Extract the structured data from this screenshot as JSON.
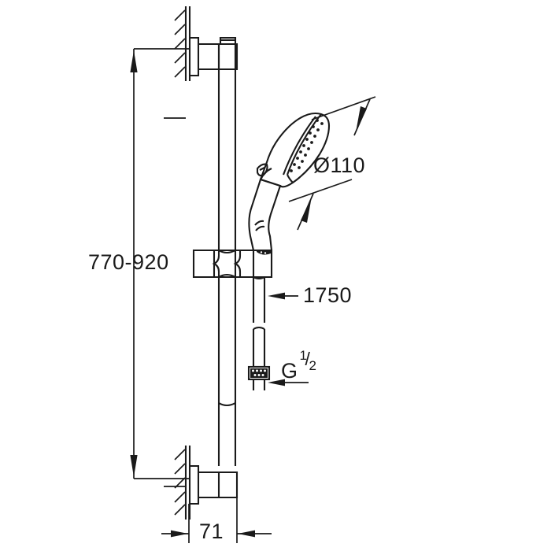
{
  "drawing": {
    "title": "Shower rail set dimensional drawing",
    "background_color": "#ffffff",
    "line_color": "#1a1a1a",
    "units": "mm"
  },
  "dimensions": {
    "rail_height_range": "770-920",
    "spray_face_diameter": "Ø110",
    "hose_length": "1750",
    "thread_prefix": "G",
    "thread_numerator": "1",
    "thread_solidus": "/",
    "thread_denominator": "2",
    "wall_projection": "71"
  },
  "components": {
    "wall": "hatched-wall-section",
    "top_bracket": "upper-wall-bracket",
    "bottom_bracket": "lower-wall-bracket",
    "rail": "vertical-slide-rail",
    "holder": "sliding-hand-shower-holder",
    "handshower": "hand-shower-head",
    "hose": "flexible-shower-hose",
    "coupling": "knurled-hose-nut"
  }
}
